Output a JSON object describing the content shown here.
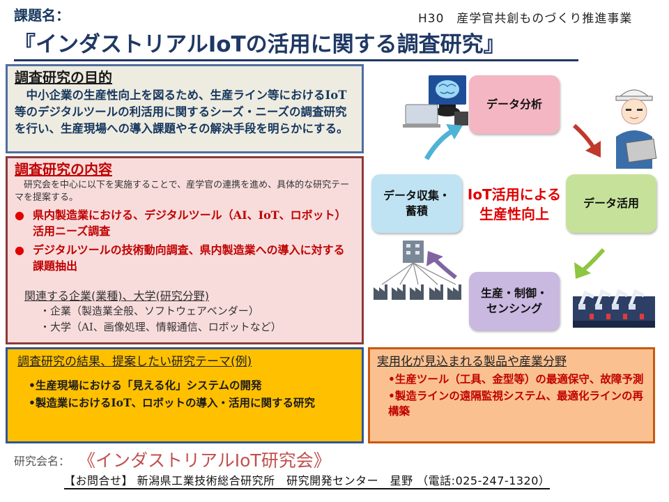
{
  "header": {
    "label": "課題名：",
    "program": "H30　産学官共創ものづくり推進事業",
    "title": "『インダストリアルIoTの活用に関する調査研究』"
  },
  "purpose": {
    "title": "調査研究の目的",
    "body": "中小企業の生産性向上を図るため、生産ライン等におけるIoT等のデジタルツールの利活用に関するシーズ・ニーズの調査研究を行い、生産現場への導入課題やその解決手段を明らかにする。"
  },
  "content": {
    "title": "調査研究の内容",
    "intro": "研究会を中心に以下を実施することで、産学官の連携を進め、具体的な研究テーマを提案する。",
    "bullets": [
      "県内製造業における、デジタルツール（AI、IoT、ロボット）活用ニーズ調査",
      "デジタルツールの技術動向調査、県内製造業への導入に対する課題抽出"
    ],
    "bullet_symbol": "●",
    "related_title": "関連する企業(業種)、大学(研究分野)",
    "related_items": [
      "・企業（製造業全般、ソフトウェアベンダー）",
      "・大学（AI、画像処理、情報通信、ロボットなど）"
    ]
  },
  "diagram": {
    "center": "IoT活用による生産性向上",
    "center_line1": "IoT活用による",
    "center_line2": "生産性向上",
    "nodes": [
      {
        "id": "analysis",
        "label": "データ分析",
        "color": "#f4b6c2"
      },
      {
        "id": "use",
        "label": "データ活用",
        "color": "#c6e29a"
      },
      {
        "id": "control",
        "label": "生産・制御・センシング",
        "line1": "生産・制御・",
        "line2": "センシング",
        "color": "#c9b8e0"
      },
      {
        "id": "collect",
        "label": "データ収集・蓄積",
        "line1": "データ収集・",
        "line2": "蓄積",
        "color": "#bfe3f2"
      }
    ],
    "icons": [
      "ai-analysis-icon",
      "worker-tablet-icon",
      "robot-line-icon",
      "factory-icon"
    ]
  },
  "results": {
    "title": "調査研究の結果、提案したい研究テーマ(例)",
    "items": [
      "•生産現場における「見える化」システムの開発",
      "•製造業におけるIoT、ロボットの導入・活用に関する研究"
    ]
  },
  "apps": {
    "title": "実用化が見込まれる製品や産業分野",
    "items": [
      "•生産ツール（工具、金型等）の最適保守、故障予測",
      "•製造ラインの遠隔監視システム、最適化ラインの再構築"
    ]
  },
  "footer": {
    "kenkyukai_label": "研究会名：",
    "kenkyukai_name": "《インダストリアルIoT研究会》",
    "contact": "【お問合せ】 新潟県工業技術総合研究所　研究開発センター　星野 （電話:025-247-1320）"
  },
  "colors": {
    "title_navy": "#1f3864",
    "accent_red": "#c00000",
    "arrow_cyan": "#4fb3d6",
    "arrow_red": "#c0392b",
    "arrow_green": "#8dc63f",
    "arrow_purple": "#8064a2"
  }
}
